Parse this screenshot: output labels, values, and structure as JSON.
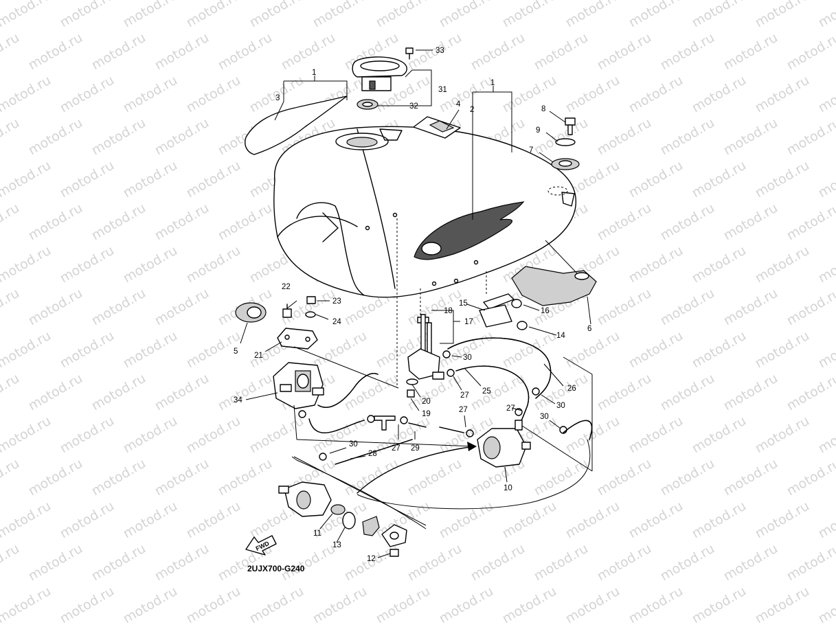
{
  "watermark": {
    "text": "motod.ru"
  },
  "diagram": {
    "code": "2UJX700-G240",
    "fwd_label": "FWD",
    "callouts": {
      "c1a": "1",
      "c1b": "1",
      "c2": "2",
      "c3": "3",
      "c4": "4",
      "c5": "5",
      "c6": "6",
      "c7": "7",
      "c8": "8",
      "c9": "9",
      "c10": "10",
      "c11": "11",
      "c12": "12",
      "c13": "13",
      "c14": "14",
      "c15": "15",
      "c16": "16",
      "c17": "17",
      "c18": "18",
      "c19": "19",
      "c20": "20",
      "c21": "21",
      "c22": "22",
      "c23": "23",
      "c24": "24",
      "c25": "25",
      "c26": "26",
      "c27a": "27",
      "c27b": "27",
      "c27c": "27",
      "c27d": "27",
      "c28": "28",
      "c29": "29",
      "c30a": "30",
      "c30b": "30",
      "c30c": "30",
      "c30d": "30",
      "c31": "31",
      "c32": "32",
      "c33": "33",
      "c34": "34"
    }
  }
}
